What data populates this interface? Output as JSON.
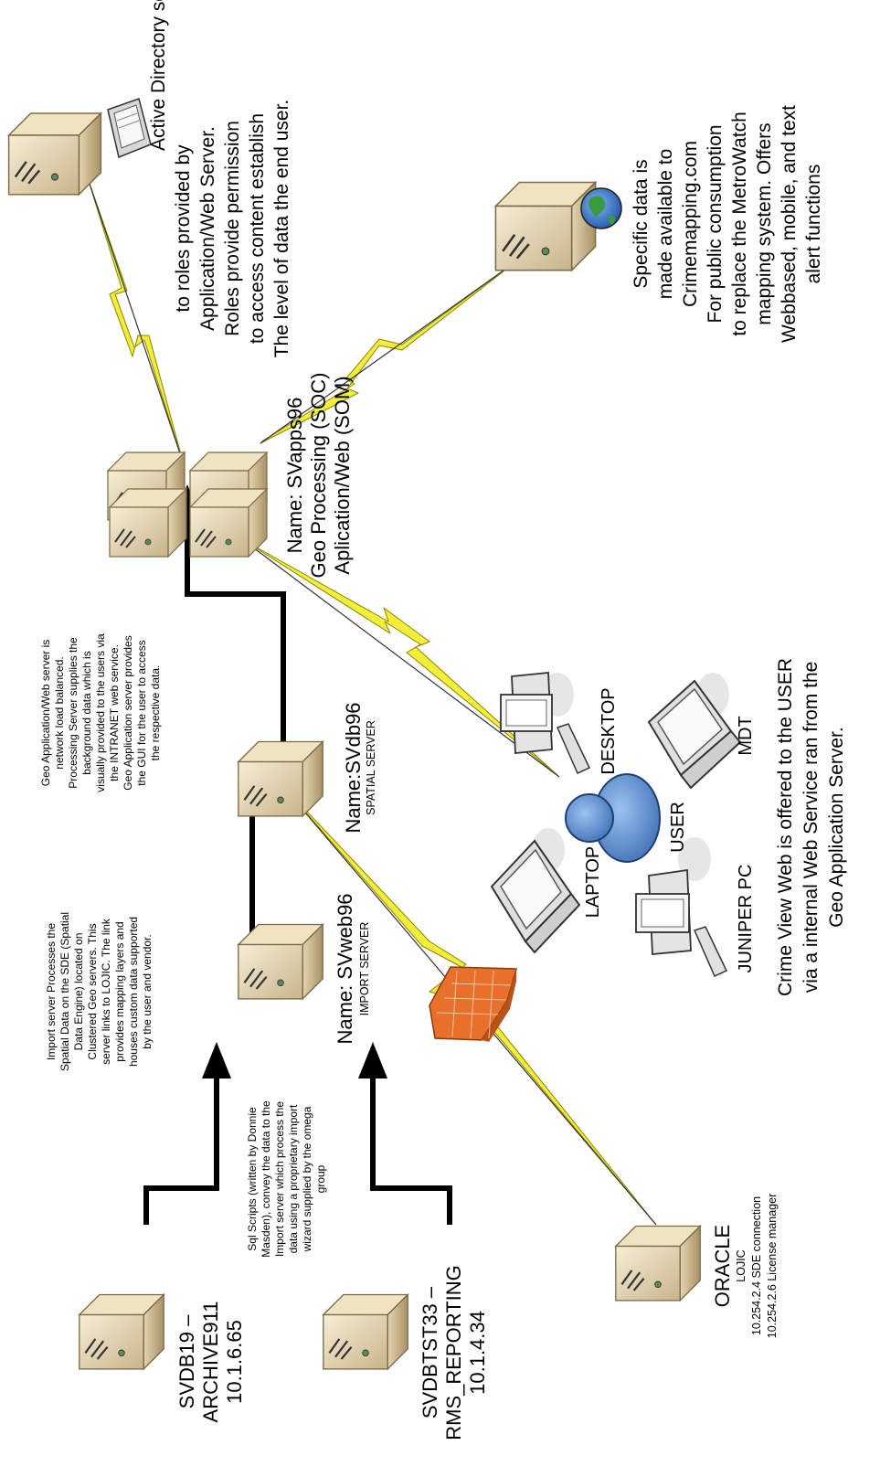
{
  "colors": {
    "bolt": "#f2ee3a",
    "bolt_stroke": "#8a8500",
    "server_light": "#f1e6c8",
    "server_dark": "#b59e70",
    "firewall": "#e8702a",
    "user": "#5b8ed1",
    "arrow": "#000000"
  },
  "servers": {
    "active_directory": {
      "icon": "server-with-laptop-icon"
    },
    "public_web": {
      "icon": "server-with-globe-icon"
    },
    "svapps96": {
      "name": "Name: SVapps96",
      "line2": "Geo Processing (SOC)",
      "line3": "Aplication/Web (SOM)"
    },
    "svdb96": {
      "name": "Name:SVdb96",
      "subtitle": "SPATIAL SERVER"
    },
    "svweb96": {
      "name": "Name: SVweb96",
      "subtitle": "IMPORT SERVER"
    },
    "svdb19": {
      "line1": "SVDB19 –",
      "line2": "ARCHIVE911",
      "line3": "10.1.6.65"
    },
    "svdbtst33": {
      "line1": "SVDBTST33 –",
      "line2": "RMS_REPORTING",
      "line3": "10.1.4.34"
    },
    "oracle": {
      "name": "ORACLE",
      "line2": "LOJIC",
      "line3": "10.254.2.4 SDE connection",
      "line4": "10.254.2.6 License manager"
    }
  },
  "notes": {
    "active_directory": [
      "Active Directory server linked",
      "to roles provided by",
      "Application/Web Server.",
      "Roles provide permission",
      "to access content establish",
      "The level of data the end user."
    ],
    "public_web": [
      "Specific data is",
      "made available to",
      "Crimemapping.com",
      "For public consumption",
      "to replace the MetroWatch",
      "mapping system.  Offers",
      "Webbased, mobile, and text",
      "alert functions"
    ],
    "geo_app": [
      "Geo Application/Web server is",
      "network load balanced.",
      "Processing Server supplies the",
      "background data  which is",
      "visually provided to the users via",
      "the INTRANET web service.",
      "Geo Application server provides",
      "the GUI for the user to access",
      "the respective data."
    ],
    "import": [
      "Import server Processes the",
      "Spatial Data on the SDE (Spatial",
      "Data Engine) located on",
      "Clustered Geo servers.  This",
      "server links to LOJIC.  The link",
      "provides mapping layers and",
      "houses custom data supported",
      "by the user and vendor."
    ],
    "sql": [
      "Sql Scripts (written by Donnie",
      "Masden), convey the data to the",
      "Import server  which process the",
      "data using a proprietary import",
      "wizard supplied by the omega",
      "group"
    ],
    "crime_view": [
      "Crime View Web is offered to the USER",
      "via a internal Web Service ran from the",
      "Geo Application Server."
    ]
  },
  "clients": {
    "desktop": "DESKTOP",
    "mdt": "MDT",
    "user": "USER",
    "laptop": "LAPTOP",
    "juniper": "JUNIPER PC"
  }
}
